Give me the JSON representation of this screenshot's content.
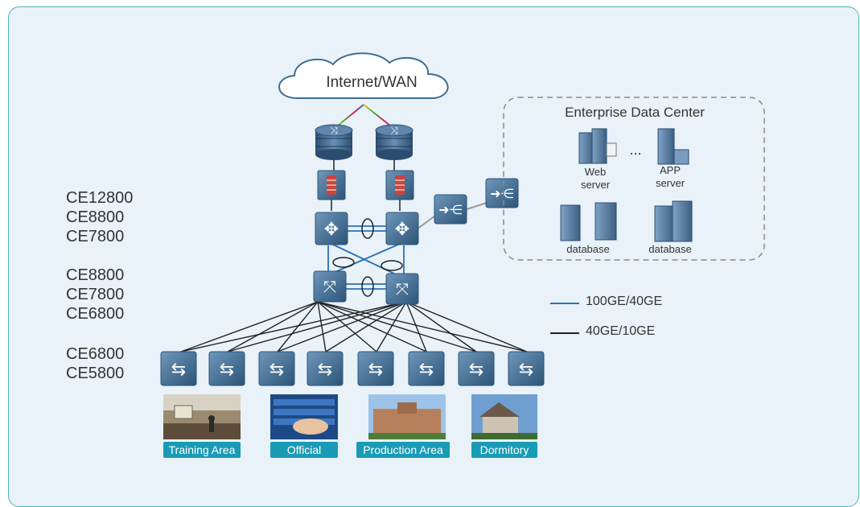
{
  "cloud": {
    "label": "Internet/WAN"
  },
  "data_center": {
    "title": "Enterprise Data Center",
    "web_server": "Web server",
    "ellipsis": "...",
    "app_server": "APP server",
    "database_1": "database",
    "database_2": "database"
  },
  "tiers": {
    "core": [
      "CE12800",
      "CE8800",
      "CE7800"
    ],
    "aggregation": [
      "CE8800",
      "CE7800",
      "CE6800"
    ],
    "access": [
      "CE6800",
      "CE5800"
    ]
  },
  "legend": [
    {
      "label": "100GE/40GE",
      "color": "#2d6fb7"
    },
    {
      "label": "40GE/10GE",
      "color": "#222222"
    }
  ],
  "areas": [
    {
      "label": "Training Area"
    },
    {
      "label": "Official"
    },
    {
      "label": "Production Area"
    },
    {
      "label": "Dormitory"
    }
  ],
  "colors": {
    "accent": "#1a9bb5",
    "device": "#3f6e94",
    "border": "#4fb3b8"
  }
}
